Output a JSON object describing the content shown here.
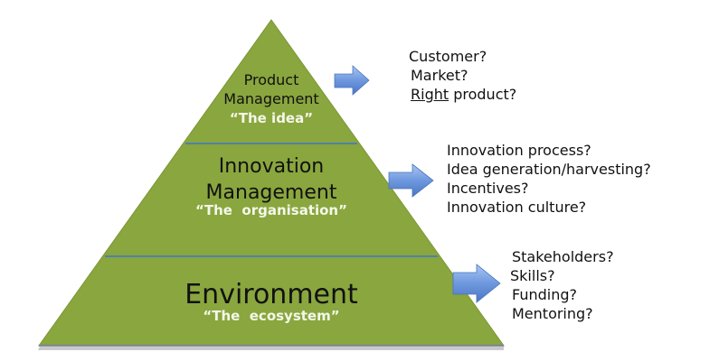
{
  "colors": {
    "pyramid_fill": "#8aa63e",
    "pyramid_edge": "#7c9636",
    "divider": "#4f81a8",
    "arrow_light": "#8fb3ea",
    "arrow_dark": "#4f7fcf",
    "label_text": "#111111",
    "subtitle_text": "#f4f7ea"
  },
  "pyramid": {
    "levels": [
      {
        "title_line1": "Product",
        "title_line2": "Management",
        "subtitle": "“The idea”",
        "questions": {
          "q1": "Customer?",
          "q2": "Market?",
          "q3_underlined": "Right",
          "q3_rest": " product?"
        }
      },
      {
        "title_line1": "Innovation",
        "title_line2": "Management",
        "subtitle": "“The  organisation”",
        "questions": {
          "q1": "Innovation process?",
          "q2": "Idea generation/harvesting?",
          "q3": "Incentives?",
          "q4": "Innovation culture?"
        }
      },
      {
        "title": "Environment",
        "subtitle": "“The  ecosystem”",
        "questions": {
          "q1": "Stakeholders?",
          "q2": "Skills?",
          "q3": "Funding?",
          "q4": "Mentoring?"
        }
      }
    ]
  },
  "icons": {
    "arrow": "right-arrow-icon"
  }
}
